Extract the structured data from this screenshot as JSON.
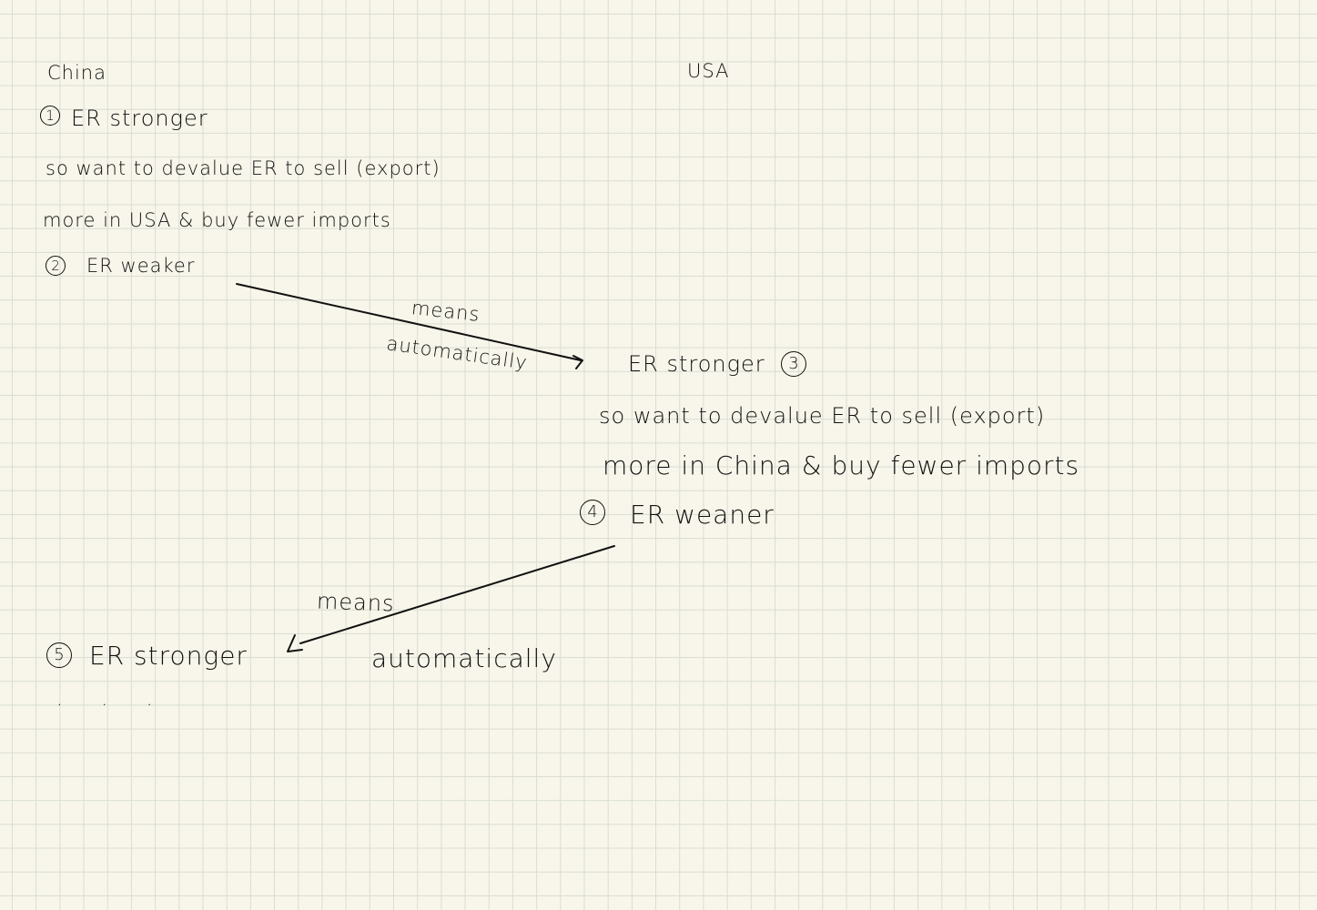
{
  "headings": {
    "china": "China",
    "usa": "USA"
  },
  "step1": {
    "number": "1",
    "label": "ER stronger",
    "line1": "so want to devalue ER to sell (export)",
    "line2": "more in USA & buy fewer imports"
  },
  "step2": {
    "number": "2",
    "label": "ER weaker"
  },
  "arrow1": {
    "above": "means",
    "below": "automatically"
  },
  "step3": {
    "number": "3",
    "label": "ER stronger",
    "line1": "so want to devalue ER to sell (export)",
    "line2": "more in China & buy fewer imports"
  },
  "step4": {
    "number": "4",
    "label": "ER weaner"
  },
  "arrow2": {
    "above": "means",
    "below": "automatically"
  },
  "step5": {
    "number": "5",
    "label": "ER stronger",
    "continuation": ". . ."
  },
  "colors": {
    "paper": "#f8f6ea",
    "grid": "#d9ddd3",
    "ink": "#111111"
  }
}
